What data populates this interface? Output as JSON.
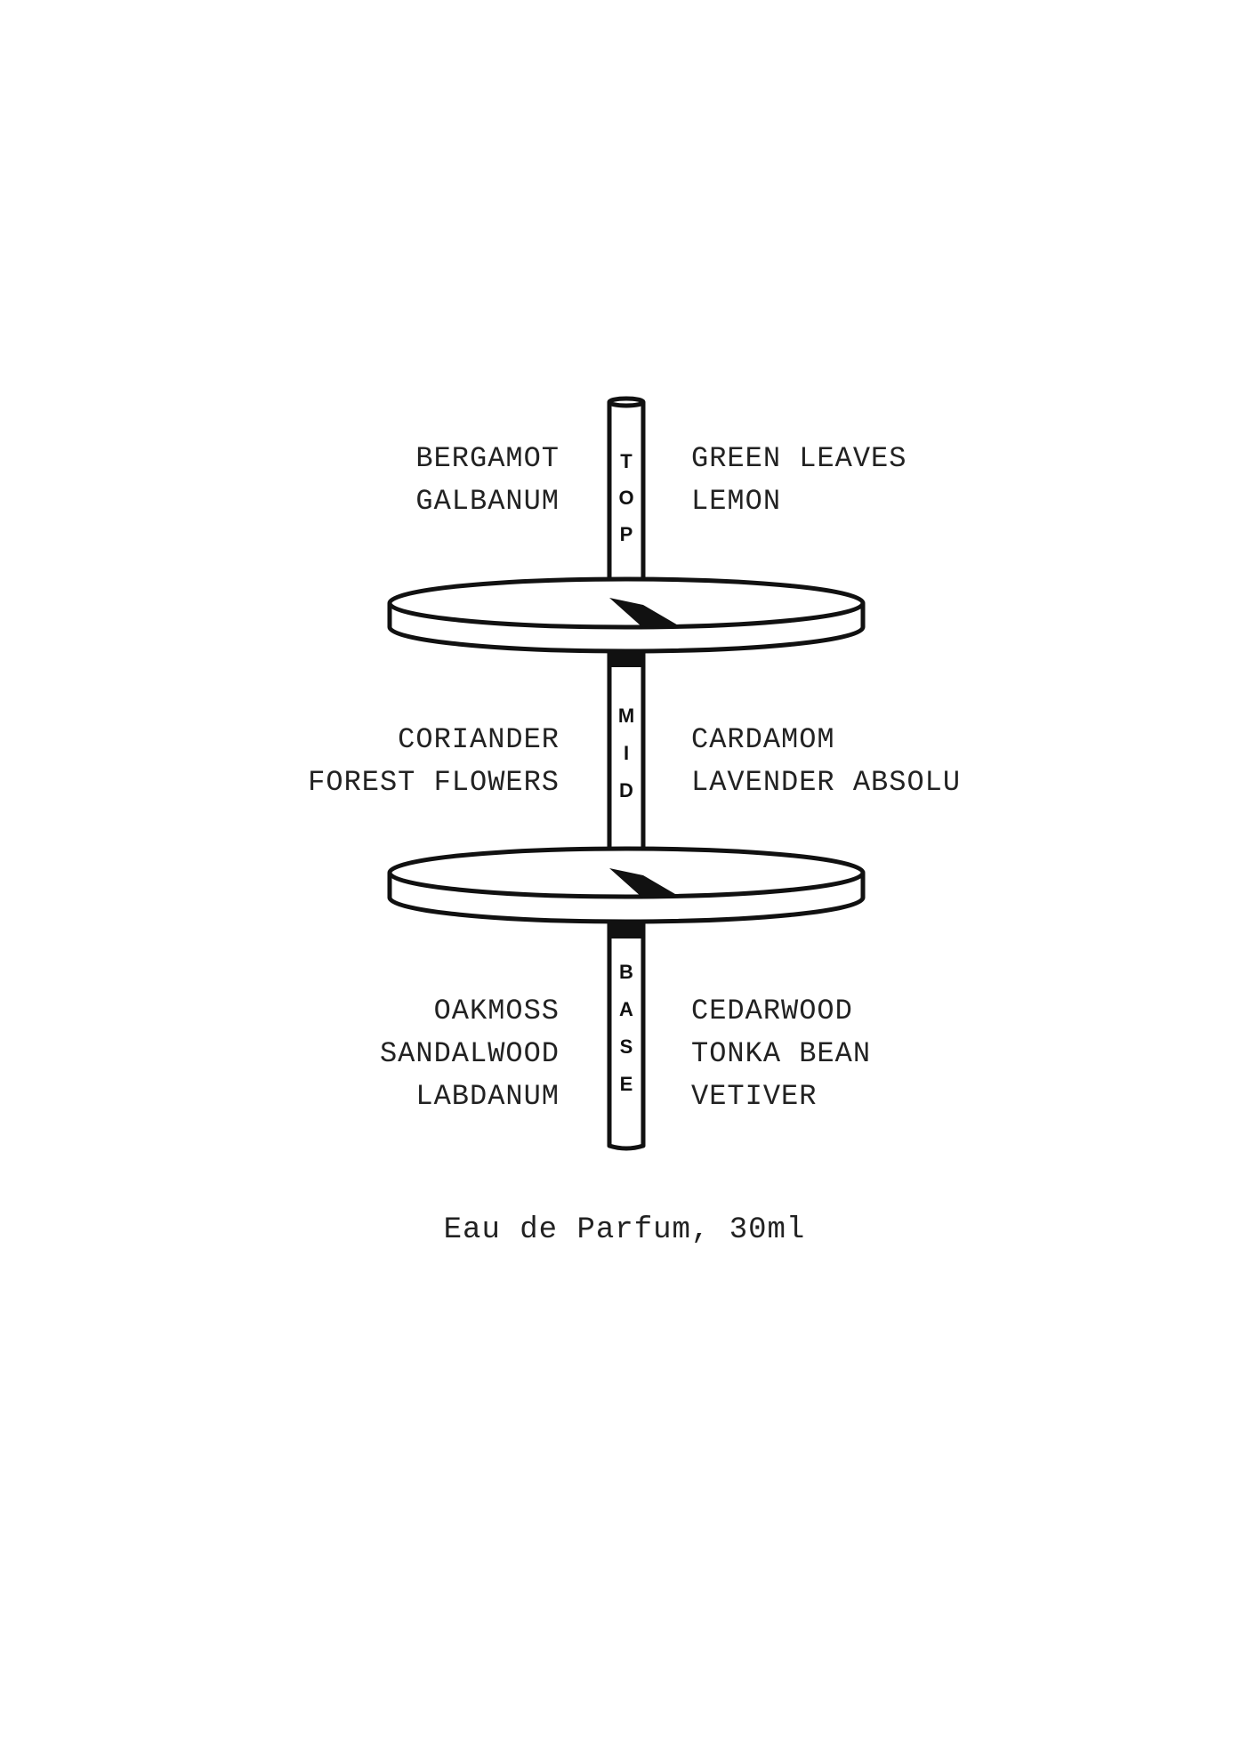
{
  "tiers": [
    {
      "label": "TOP",
      "left_notes": [
        "BERGAMOT",
        "GALBANUM"
      ],
      "right_notes": [
        "GREEN LEAVES",
        "LEMON"
      ]
    },
    {
      "label": "MID",
      "left_notes": [
        "CORIANDER",
        "FOREST FLOWERS"
      ],
      "right_notes": [
        "CARDAMOM",
        "LAVENDER ABSOLU"
      ]
    },
    {
      "label": "BASE",
      "left_notes": [
        "OAKMOSS",
        "SANDALWOOD",
        "LABDANUM"
      ],
      "right_notes": [
        "CEDARWOOD",
        "TONKA BEAN",
        "VETIVER"
      ]
    }
  ],
  "footer": "Eau de Parfum, 30ml",
  "colors": {
    "ink": "#111111",
    "text": "#222222",
    "background": "#ffffff"
  }
}
